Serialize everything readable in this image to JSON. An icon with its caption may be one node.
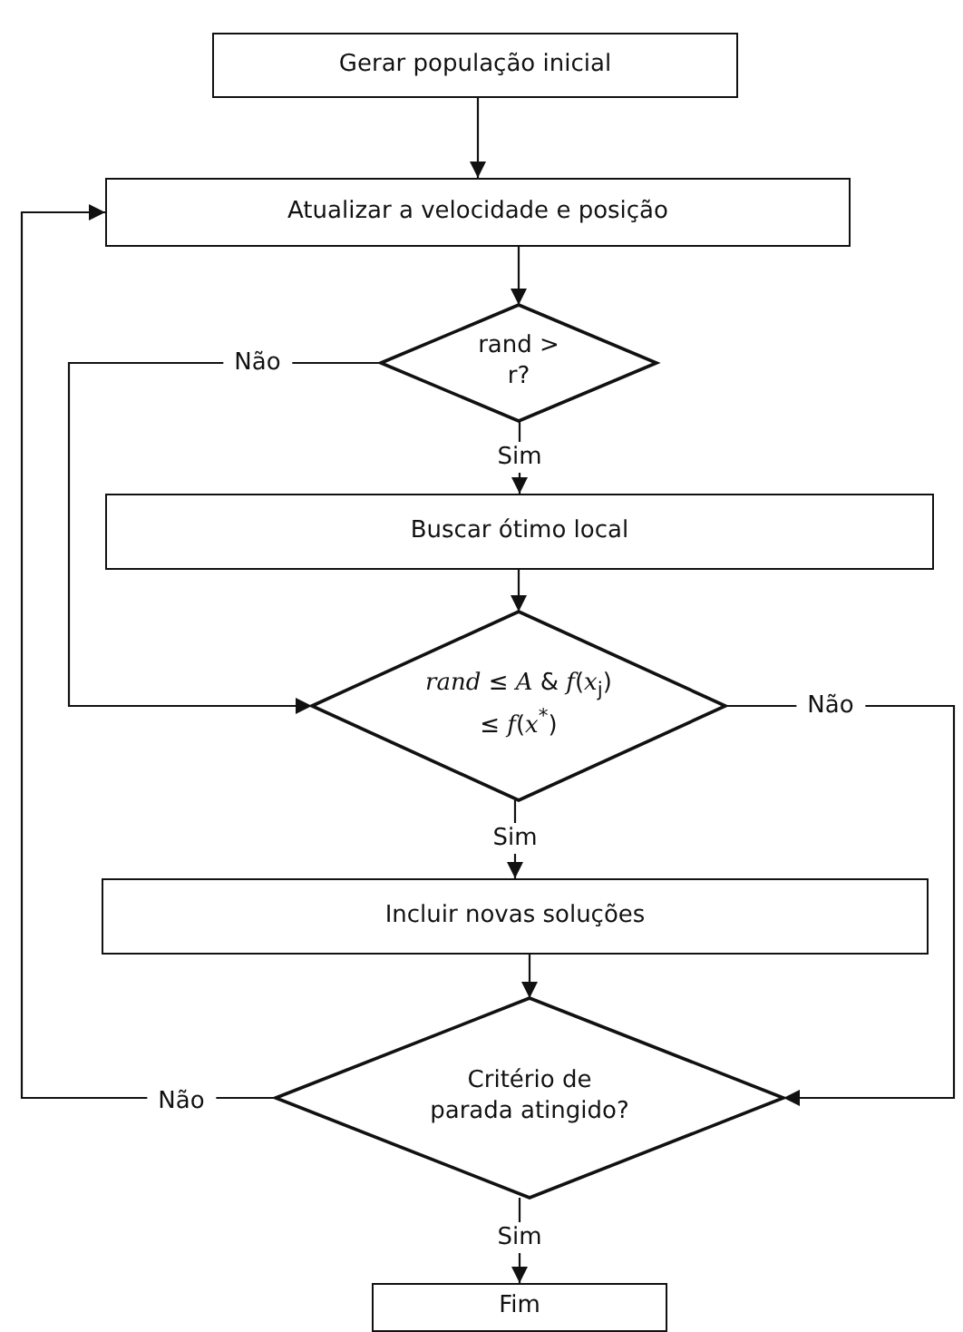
{
  "diagram": {
    "nodes": [
      {
        "text": [
          "Gerar população inicial"
        ]
      },
      {
        "text": [
          "Atualizar a velocidade e posição"
        ]
      },
      {
        "text": [
          "rand > r?"
        ]
      },
      {
        "text": [
          "Buscar ótimo local"
        ]
      },
      {
        "text": [
          "*rand* ≤ *A* & *f*(*x*$_{j}$) ≤ *f*(*x*$^{*}$)"
        ]
      },
      {
        "text": [
          "Incluir novas soluções"
        ]
      },
      {
        "text": [
          "Critério de parada atingido?"
        ]
      },
      {
        "text": [
          "Fim"
        ]
      }
    ],
    "edges": [
      {
        "from": 0,
        "to": 1,
        "arrow": "to"
      },
      {
        "from": 1,
        "to": 2,
        "arrow": "to"
      },
      {
        "from": 2,
        "to": 3,
        "arrow": "to",
        "label": "Sim"
      },
      {
        "from": 2,
        "to": 4,
        "arrow": "to",
        "label": "Não"
      },
      {
        "from": 3,
        "to": 4,
        "arrow": "to"
      },
      {
        "from": 4,
        "to": 5,
        "arrow": "to",
        "label": "Sim"
      },
      {
        "from": 4,
        "to": 6,
        "arrow": "to",
        "label": "Não"
      },
      {
        "from": 5,
        "to": 6,
        "arrow": "to"
      },
      {
        "from": 6,
        "to": 1,
        "arrow": "to",
        "label": "Não"
      },
      {
        "from": 6,
        "to": 7,
        "arrow": "to",
        "label": "Sim"
      }
    ]
  }
}
